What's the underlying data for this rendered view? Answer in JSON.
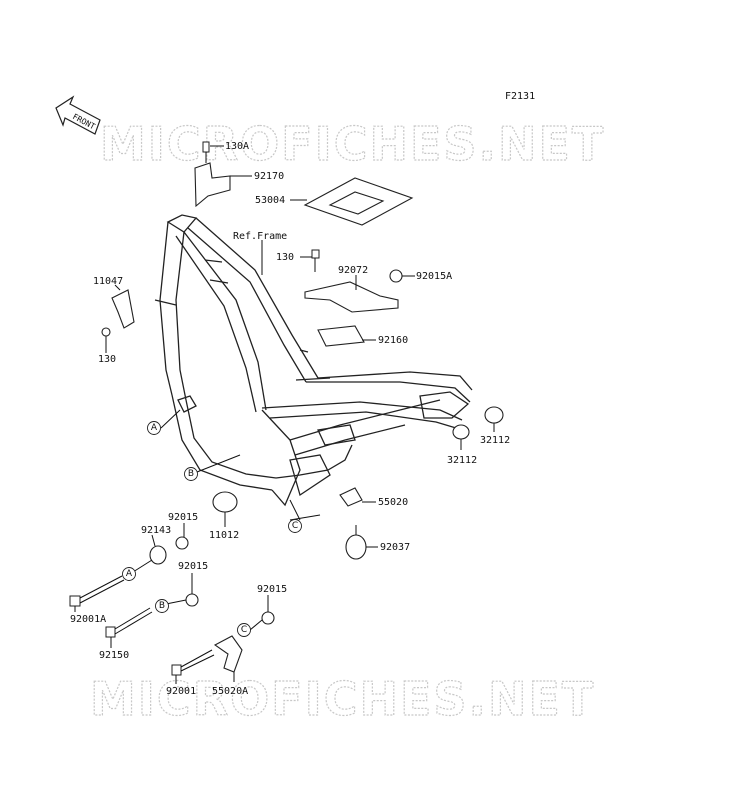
{
  "figure_code": "F2131",
  "front_label": "FRONT",
  "ref_frame": "Ref.Frame",
  "watermarks": [
    "MICROFICHES.NET",
    "MICROFICHES.NET"
  ],
  "parts": {
    "p130A": "130A",
    "p92170": "92170",
    "p53004": "53004",
    "p130_top": "130",
    "p92072": "92072",
    "p92015A": "92015A",
    "p11047": "11047",
    "p130_left": "130",
    "p92160": "92160",
    "p32112_a": "32112",
    "p32112_b": "32112",
    "p55020": "55020",
    "p92037": "92037",
    "p11012": "11012",
    "p92015_a": "92015",
    "p92143": "92143",
    "p92015_b": "92015",
    "p92001A": "92001A",
    "p92015_c": "92015",
    "p92150": "92150",
    "p92001": "92001",
    "p55020A": "55020A"
  },
  "callouts": {
    "A1": "A",
    "B1": "B",
    "C1": "C",
    "A2": "A",
    "B2": "B",
    "C2": "C"
  }
}
